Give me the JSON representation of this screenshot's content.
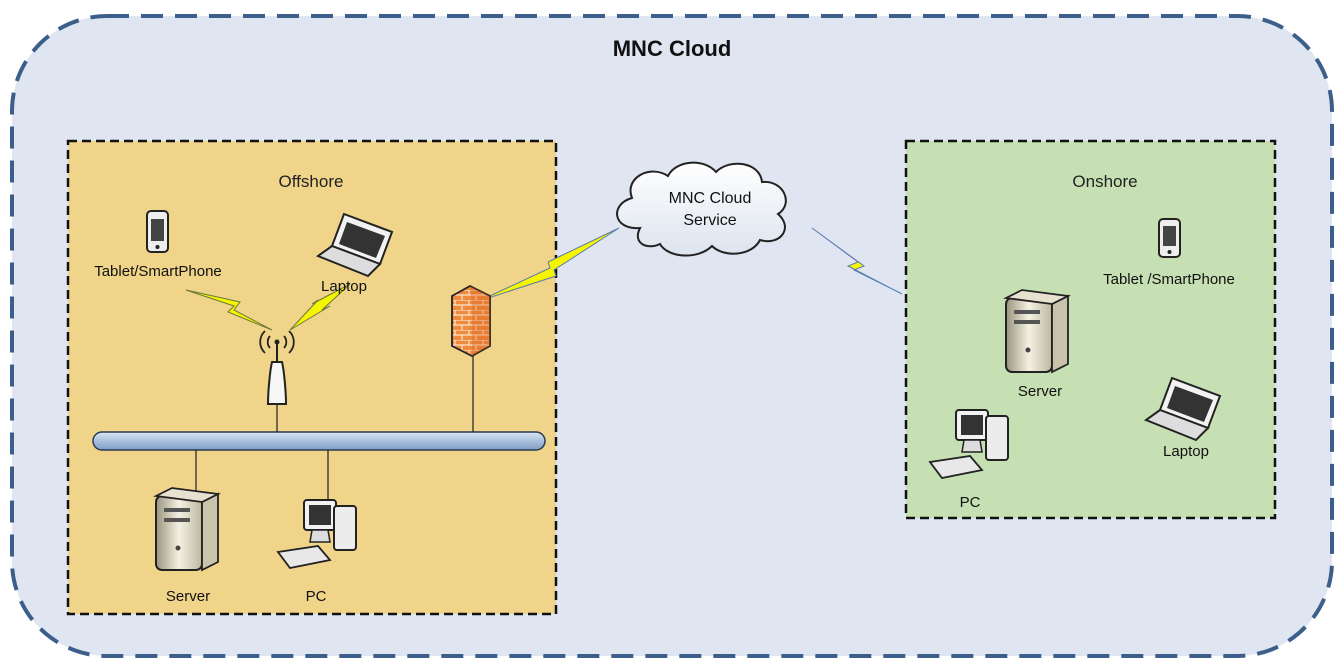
{
  "diagram": {
    "title": "MNC Cloud",
    "cloud_label_line1": "MNC Cloud",
    "cloud_label_line2": "Service",
    "offshore": {
      "title": "Offshore",
      "tablet_label": "Tablet/SmartPhone",
      "laptop_label": "Laptop",
      "server_label": "Server",
      "pc_label": "PC"
    },
    "onshore": {
      "title": "Onshore",
      "tablet_label": "Tablet /SmartPhone",
      "server_label": "Server",
      "laptop_label": "Laptop",
      "pc_label": "PC"
    },
    "colors": {
      "outer_fill": "#dfe6f2",
      "outer_border": "#3b5f8a",
      "offshore_fill": "#f0d48a",
      "onshore_fill": "#c6e0b4",
      "bus_fill": "#b8cce4",
      "firewall": "#e8731e",
      "lightning": "#f5f500"
    }
  }
}
